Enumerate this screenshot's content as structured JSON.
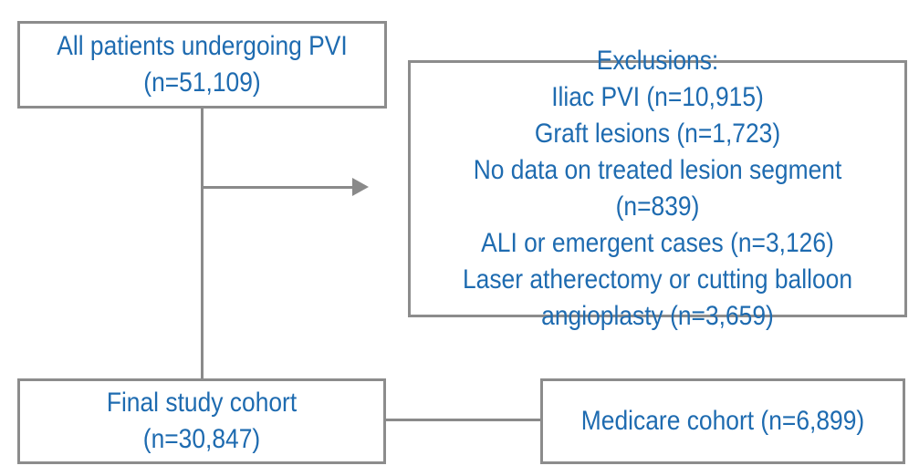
{
  "diagram": {
    "type": "study-flow",
    "colors": {
      "text_blue": "#1e6bb0",
      "line_gray": "#8a8a8a",
      "border_gray": "#8c8c8c",
      "background": "#ffffff"
    },
    "boxes": {
      "all_patients": {
        "line1": "All patients undergoing PVI",
        "line2": "(n=51,109)"
      },
      "exclusions": {
        "title": "Exclusions:",
        "items": [
          "Iliac PVI (n=10,915)",
          "Graft lesions (n=1,723)",
          "No data on treated lesion segment (n=839)",
          "ALI or emergent cases (n=3,126)",
          "Laser atherectomy or cutting balloon angioplasty (n=3,659)"
        ]
      },
      "final_cohort": {
        "line1": "Final study cohort",
        "line2": "(n=30,847)"
      },
      "medicare": {
        "label": "Medicare cohort (n=6,899)"
      }
    }
  }
}
